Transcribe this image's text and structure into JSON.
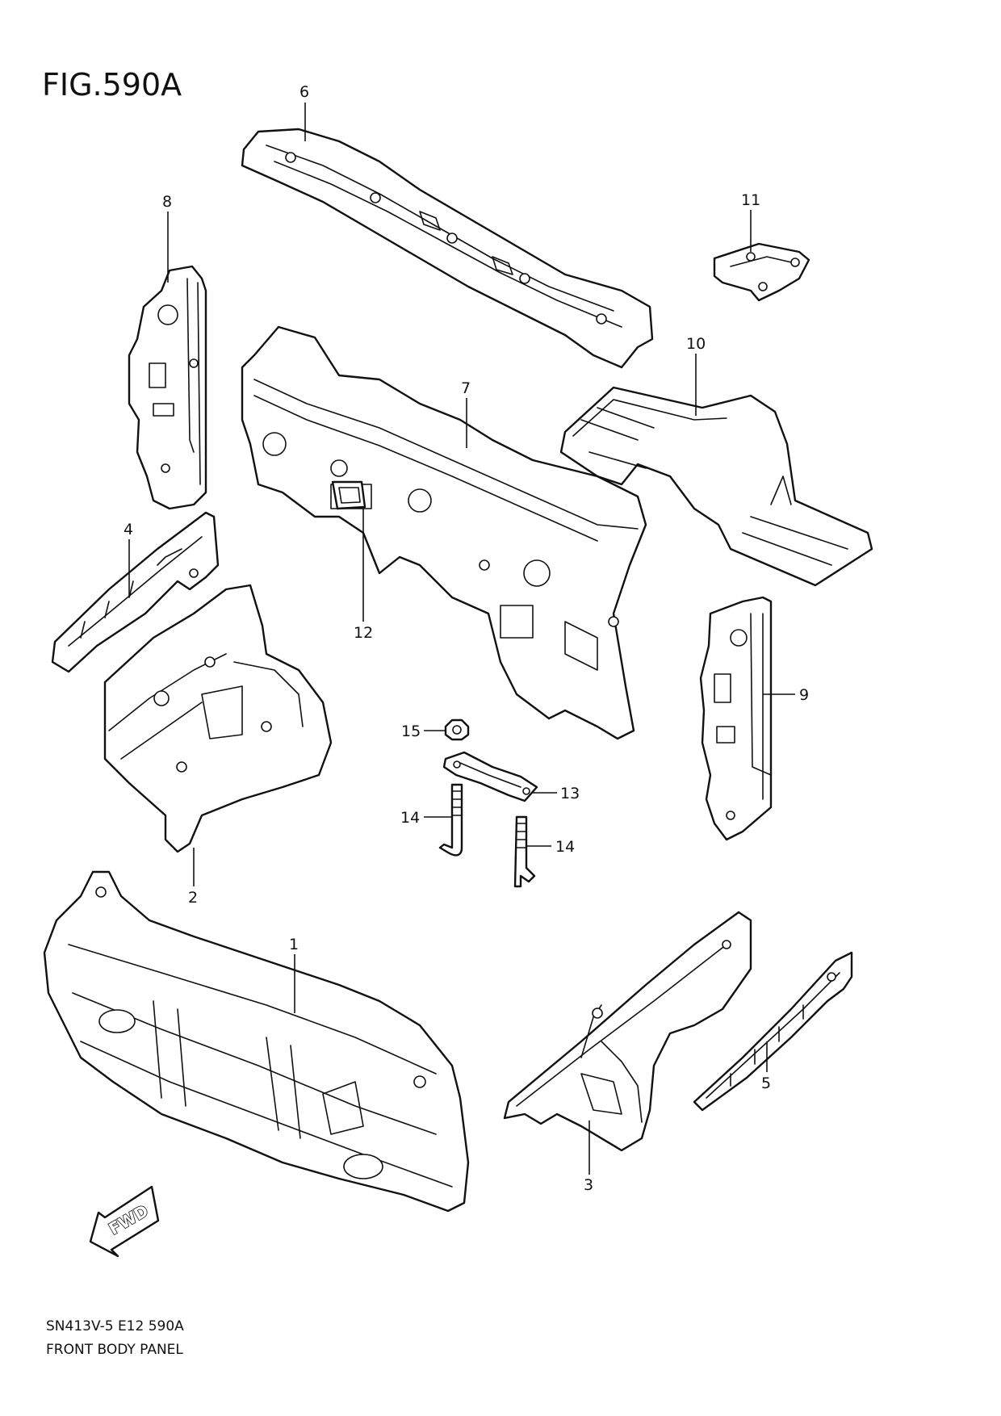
{
  "figure": {
    "title": "FIG.590A",
    "code": "SN413V-5 E12 590A",
    "caption": "FRONT BODY PANEL",
    "direction_label": "FWD"
  },
  "callouts": {
    "c1": "1",
    "c2": "2",
    "c3": "3",
    "c4": "4",
    "c5": "5",
    "c6": "6",
    "c7": "7",
    "c8": "8",
    "c9": "9",
    "c10": "10",
    "c11": "11",
    "c12": "12",
    "c13": "13",
    "c14a": "14",
    "c14b": "14",
    "c15": "15"
  },
  "icons": {
    "direction_arrow": "fwd-arrow-icon"
  }
}
